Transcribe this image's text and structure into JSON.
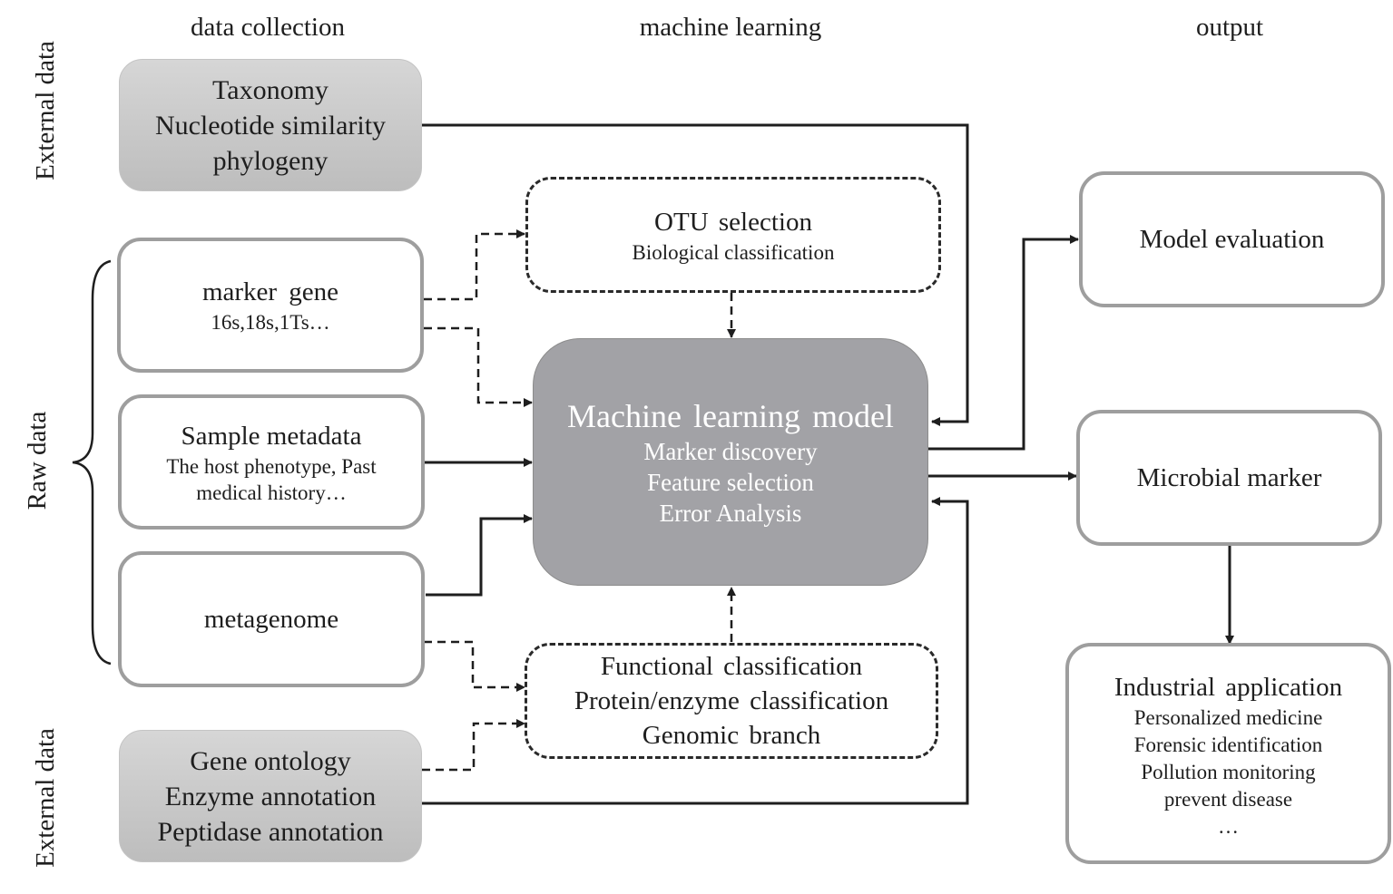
{
  "headers": {
    "data_collection": "data collection",
    "machine_learning": "machine learning",
    "output": "output"
  },
  "side_labels": {
    "external_top": "External data",
    "raw": "Raw data",
    "external_bottom": "External data"
  },
  "external_top": {
    "lines": [
      "Taxonomy",
      "Nucleotide similarity",
      "phylogeny"
    ]
  },
  "raw_data": {
    "marker_gene": {
      "title": "marker gene",
      "subtitle": "16s,18s,1Ts…"
    },
    "sample_metadata": {
      "title": "Sample metadata",
      "subtitle_lines": [
        "The host phenotype, Past",
        "medical history…"
      ]
    },
    "metagenome": {
      "title": "metagenome"
    }
  },
  "external_bottom": {
    "lines": [
      "Gene ontology",
      "Enzyme annotation",
      "Peptidase annotation"
    ]
  },
  "otu": {
    "title": "OTU selection",
    "subtitle": "Biological classification"
  },
  "ml_model": {
    "title": "Machine learning model",
    "items": [
      "Marker discovery",
      "Feature selection",
      "Error Analysis"
    ]
  },
  "functional": {
    "lines": [
      "Functional classification",
      "Protein/enzyme classification",
      "Genomic branch"
    ]
  },
  "outputs": {
    "model_evaluation": "Model evaluation",
    "microbial_marker": "Microbial marker",
    "industrial": {
      "title": "Industrial application",
      "items": [
        "Personalized medicine",
        "Forensic identification",
        "Pollution monitoring",
        "prevent disease",
        "…"
      ]
    }
  },
  "colors": {
    "line": "#1e1e1e",
    "box_border": "#9e9e9e",
    "ml_fill": "#a2a2a6",
    "external_fill": "#cacaca"
  }
}
